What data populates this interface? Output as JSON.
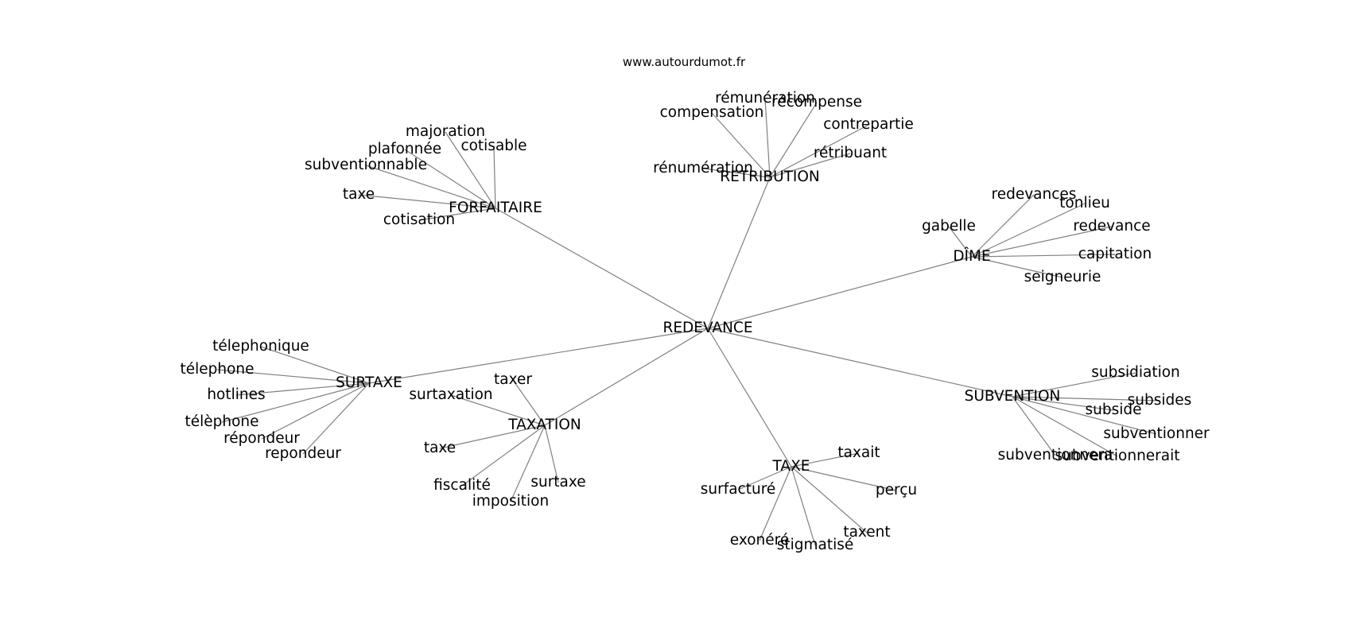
{
  "source": "www.autourdumot.fr",
  "graph": {
    "root": "REDEVANCE",
    "groups": [
      {
        "hub": "RETRIBUTION",
        "leaves": [
          "rémunération",
          "récompense",
          "compensation",
          "contrepartie",
          "rétribuant",
          "rénumération"
        ]
      },
      {
        "hub": "FORFAITAIRE",
        "leaves": [
          "majoration",
          "cotisable",
          "plafonnée",
          "subventionnable",
          "taxe",
          "cotisation"
        ]
      },
      {
        "hub": "DÎME",
        "leaves": [
          "redevances",
          "tonlieu",
          "gabelle",
          "redevance",
          "capitation",
          "seigneurie"
        ]
      },
      {
        "hub": "SURTAXE",
        "leaves": [
          "télephonique",
          "télephone",
          "hotlines",
          "télèphone",
          "répondeur",
          "repondeur"
        ]
      },
      {
        "hub": "TAXATION",
        "leaves": [
          "taxer",
          "surtaxation",
          "taxe",
          "fiscalité",
          "surtaxe",
          "imposition"
        ]
      },
      {
        "hub": "SUBVENTION",
        "leaves": [
          "subsidiation",
          "subsides",
          "subside",
          "subventionner",
          "subventionnera",
          "subventionnerait"
        ]
      },
      {
        "hub": "TAXE",
        "leaves": [
          "taxait",
          "surfacturé",
          "perçu",
          "taxent",
          "exonéré",
          "stigmatisé"
        ]
      }
    ]
  }
}
